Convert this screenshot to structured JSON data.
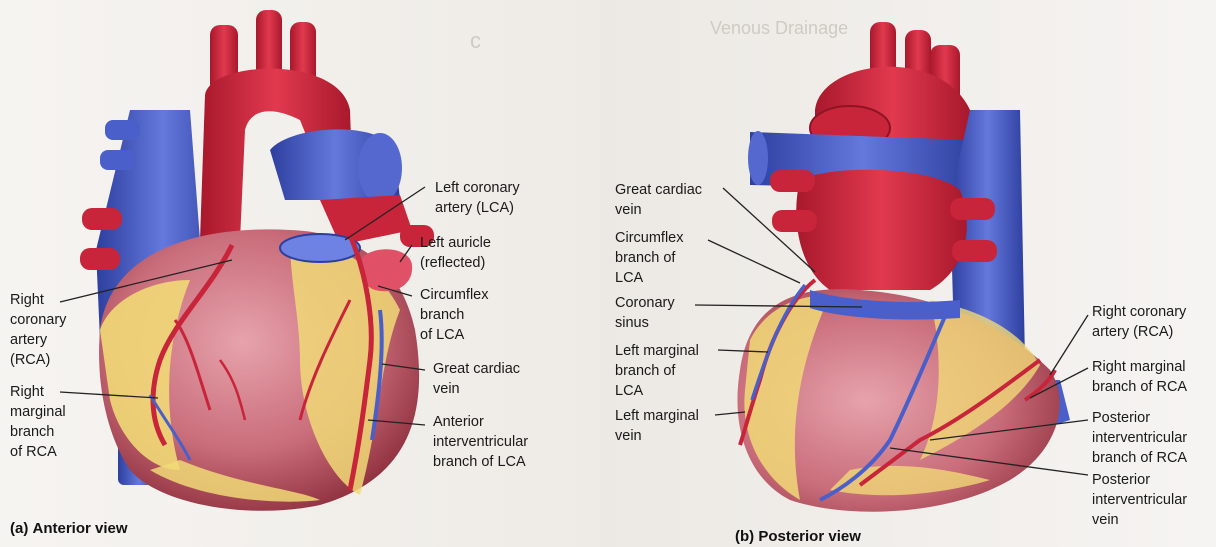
{
  "anterior": {
    "caption_letter": "(a)",
    "caption_text": "Anterior view",
    "labels": {
      "lca": "Left coronary\nartery (LCA)",
      "left_auricle": "Left auricle\n(reflected)",
      "circumflex": "Circumflex\nbranch\nof LCA",
      "great_cardiac_vein": "Great cardiac\nvein",
      "anterior_interventricular": "Anterior\ninterventricular\nbranch of LCA",
      "rca": "Right\ncoronary\nartery\n(RCA)",
      "right_marginal": "Right\nmarginal\nbranch\nof RCA"
    }
  },
  "posterior": {
    "caption_letter": "(b)",
    "caption_text": "Posterior view",
    "labels": {
      "great_cardiac_vein": "Great cardiac\nvein",
      "circumflex": "Circumflex\nbranch of\nLCA",
      "coronary_sinus": "Coronary\nsinus",
      "left_marginal_branch": "Left marginal\nbranch of\nLCA",
      "left_marginal_vein": "Left marginal\nvein",
      "rca": "Right coronary\nartery (RCA)",
      "right_marginal": "Right marginal\nbranch of RCA",
      "posterior_interventricular_branch": "Posterior\ninterventricular\nbranch of RCA",
      "posterior_interventricular_vein": "Posterior\ninterventricular\nvein"
    }
  },
  "colors": {
    "artery": "#c8243a",
    "vein": "#4a5fc9",
    "myocardium": "#c97380",
    "fat": "#f0d977"
  }
}
